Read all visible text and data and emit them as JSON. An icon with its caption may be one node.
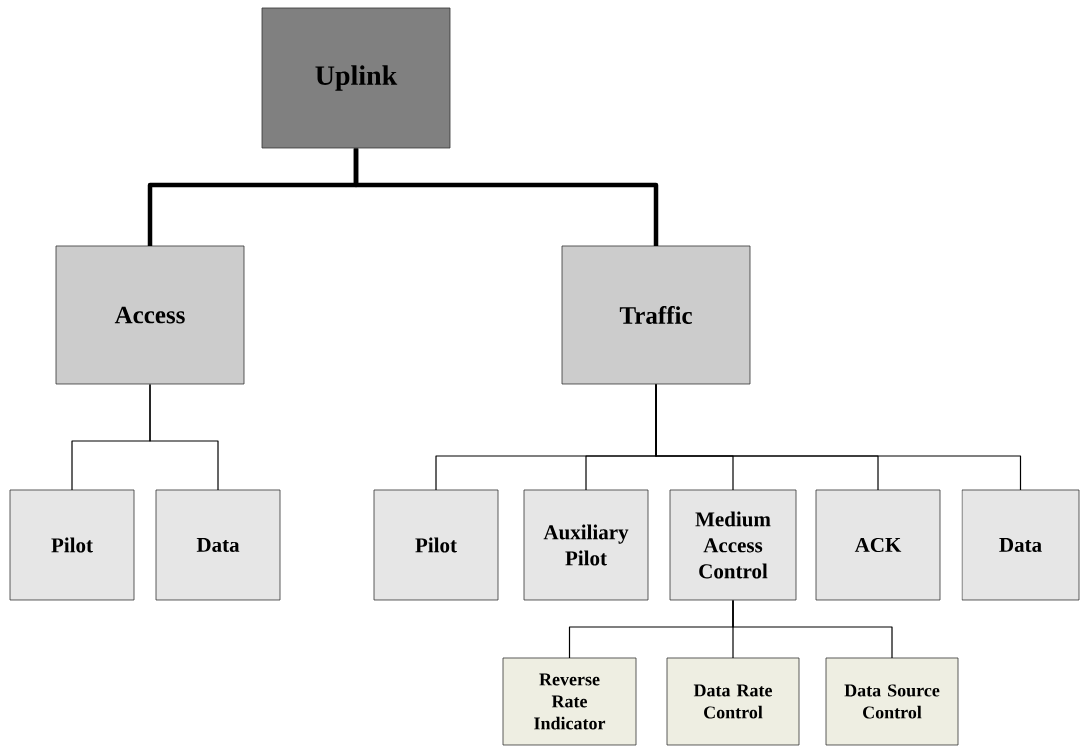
{
  "diagram": {
    "nodes": [
      {
        "text": [
          "Uplink"
        ]
      },
      {
        "text": [
          "Access"
        ]
      },
      {
        "text": [
          "Traffic"
        ]
      },
      {
        "text": [
          "Pilot"
        ]
      },
      {
        "text": [
          "Data"
        ]
      },
      {
        "text": [
          "Pilot"
        ]
      },
      {
        "text": [
          "Auxiliary Pilot"
        ]
      },
      {
        "text": [
          "Medium Access Control"
        ]
      },
      {
        "text": [
          "ACK"
        ]
      },
      {
        "text": [
          "Data"
        ]
      },
      {
        "text": [
          "Reverse Rate Indicator"
        ]
      },
      {
        "text": [
          "Data Rate Control"
        ]
      },
      {
        "text": [
          "Data Source Control"
        ]
      }
    ],
    "edges": [
      {
        "from": 0,
        "to": 1,
        "arrow": "none",
        "style": "thick"
      },
      {
        "from": 0,
        "to": 2,
        "arrow": "none",
        "style": "thick"
      },
      {
        "from": 1,
        "to": 3,
        "arrow": "none"
      },
      {
        "from": 1,
        "to": 4,
        "arrow": "none"
      },
      {
        "from": 2,
        "to": 5,
        "arrow": "none"
      },
      {
        "from": 2,
        "to": 6,
        "arrow": "none"
      },
      {
        "from": 2,
        "to": 7,
        "arrow": "none"
      },
      {
        "from": 2,
        "to": 8,
        "arrow": "none"
      },
      {
        "from": 2,
        "to": 9,
        "arrow": "none"
      },
      {
        "from": 7,
        "to": 10,
        "arrow": "none"
      },
      {
        "from": 7,
        "to": 11,
        "arrow": "none"
      },
      {
        "from": 7,
        "to": 12,
        "arrow": "none"
      }
    ]
  }
}
